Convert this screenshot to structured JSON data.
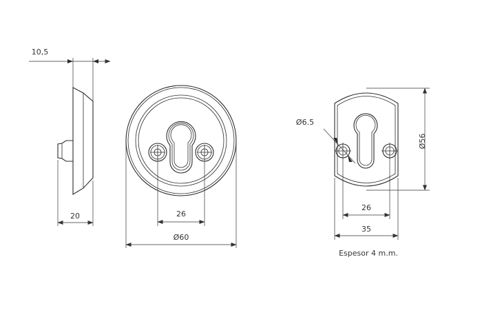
{
  "colors": {
    "line": "#2b2b2b",
    "background": "#ffffff"
  },
  "side_view": {
    "thickness_label": "10,5",
    "depth_label": "20"
  },
  "round_plate": {
    "hole_spacing_label": "26",
    "diameter_label": "Ø60"
  },
  "oval_plate": {
    "hole_diameter_label": "Ø6.5",
    "height_label": "Ø56",
    "hole_spacing_label": "26",
    "width_label": "35",
    "thickness_note": "Espesor 4 m.m."
  }
}
